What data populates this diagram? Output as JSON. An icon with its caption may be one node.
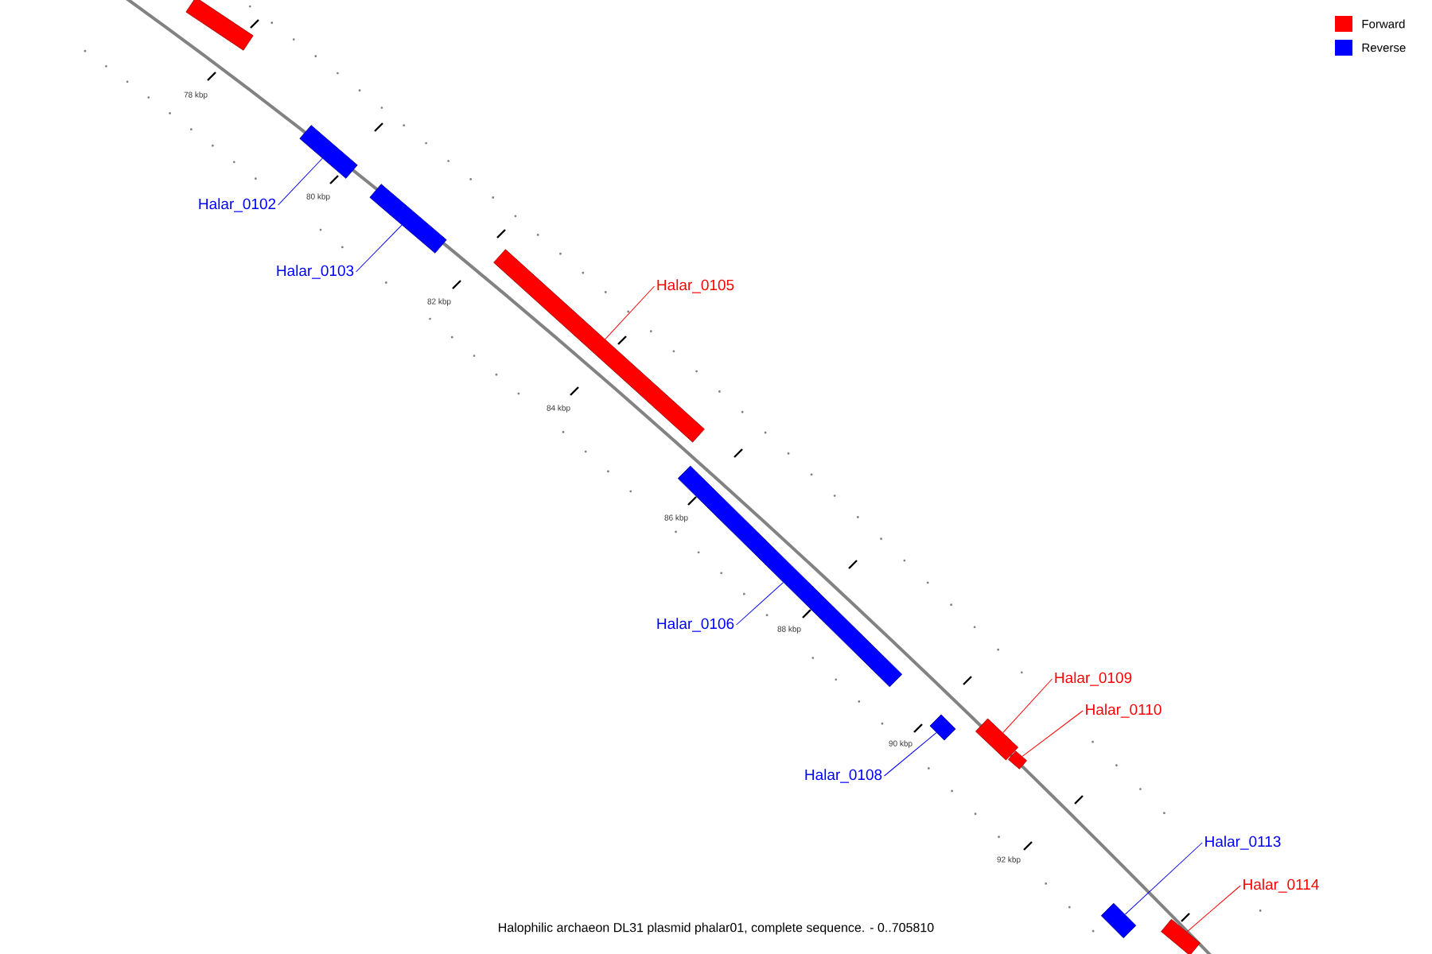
{
  "diagram": {
    "caption": "Halophilic archaeon DL31 plasmid phalar01, complete sequence. - 0..705810",
    "nodes": [
      {
        "text": [],
        "shape": "bar"
      },
      {
        "text": [],
        "shape": "bar"
      },
      {
        "text": [],
        "shape": "bar"
      },
      {
        "text": [],
        "shape": "bar"
      },
      {
        "text": [],
        "shape": "bar"
      },
      {
        "text": [],
        "shape": "bar"
      },
      {
        "text": [],
        "shape": "bar"
      },
      {
        "text": [],
        "shape": "bar"
      },
      {
        "text": [],
        "shape": "bar"
      },
      {
        "text": [],
        "shape": "bar"
      },
      {
        "text": [
          "Halar_0102"
        ]
      },
      {
        "text": [
          "Halar_0103"
        ]
      },
      {
        "text": [
          "Halar_0105"
        ]
      },
      {
        "text": [
          "Halar_0106"
        ]
      },
      {
        "text": [
          "Halar_0108"
        ]
      },
      {
        "text": [
          "Halar_0109"
        ]
      },
      {
        "text": [
          "Halar_0110"
        ]
      },
      {
        "text": [
          "Halar_0113"
        ]
      },
      {
        "text": [
          "Halar_0114"
        ]
      }
    ],
    "edges": [
      {
        "from": 10,
        "to": 1,
        "arrow": "none"
      },
      {
        "from": 11,
        "to": 2,
        "arrow": "none"
      },
      {
        "from": 12,
        "to": 3,
        "arrow": "none",
        "color": "#ff0000"
      },
      {
        "from": 13,
        "to": 4,
        "arrow": "none"
      },
      {
        "from": 14,
        "to": 5,
        "arrow": "none"
      },
      {
        "from": 15,
        "to": 6,
        "arrow": "none",
        "color": "#ff0000"
      },
      {
        "from": 16,
        "to": 7,
        "arrow": "none",
        "color": "#ff0000"
      },
      {
        "from": 17,
        "to": 8,
        "arrow": "none"
      },
      {
        "from": 18,
        "to": 9,
        "arrow": "none",
        "color": "#ff0000"
      }
    ],
    "labels": [
      "78 kbp",
      "80 kbp",
      "82 kbp",
      "84 kbp",
      "86 kbp",
      "88 kbp",
      "90 kbp",
      "92 kbp"
    ],
    "legend": [
      {
        "text": "Forward",
        "color": "#ff0000"
      },
      {
        "text": "Reverse",
        "color": "#0000ff"
      }
    ]
  }
}
